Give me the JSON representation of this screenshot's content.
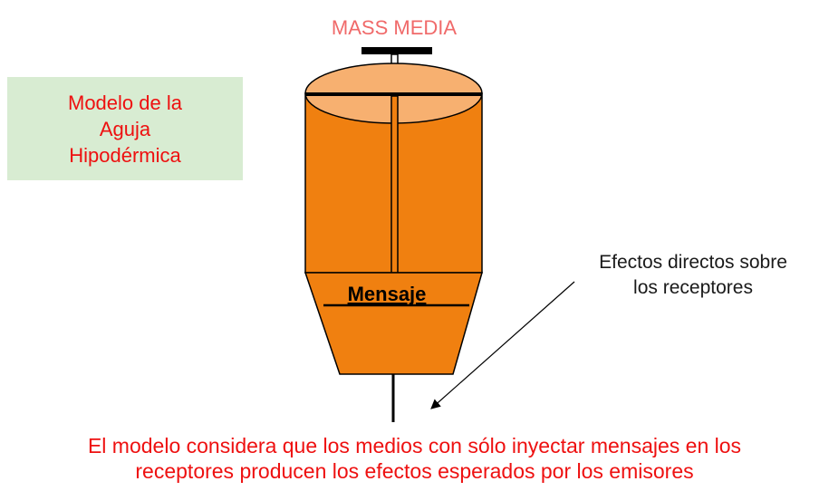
{
  "title": "MASS MEDIA",
  "model_box": {
    "lines": [
      "Modelo de la",
      "Aguja",
      "Hipodérmica"
    ]
  },
  "syringe": {
    "message_label": "Mensaje"
  },
  "annotation": {
    "lines": [
      "Efectos directos sobre",
      "los receptores"
    ]
  },
  "caption": {
    "lines": [
      "El modelo considera que los medios con sólo inyectar mensajes en los",
      "receptores producen los efectos esperados por los emisores"
    ]
  },
  "colors": {
    "title": "#f06a6a",
    "text_red": "#ee1010",
    "box_green": "#d8ecd2",
    "barrel_orange": "#f08010",
    "top_ellipse": "#f7b070"
  }
}
